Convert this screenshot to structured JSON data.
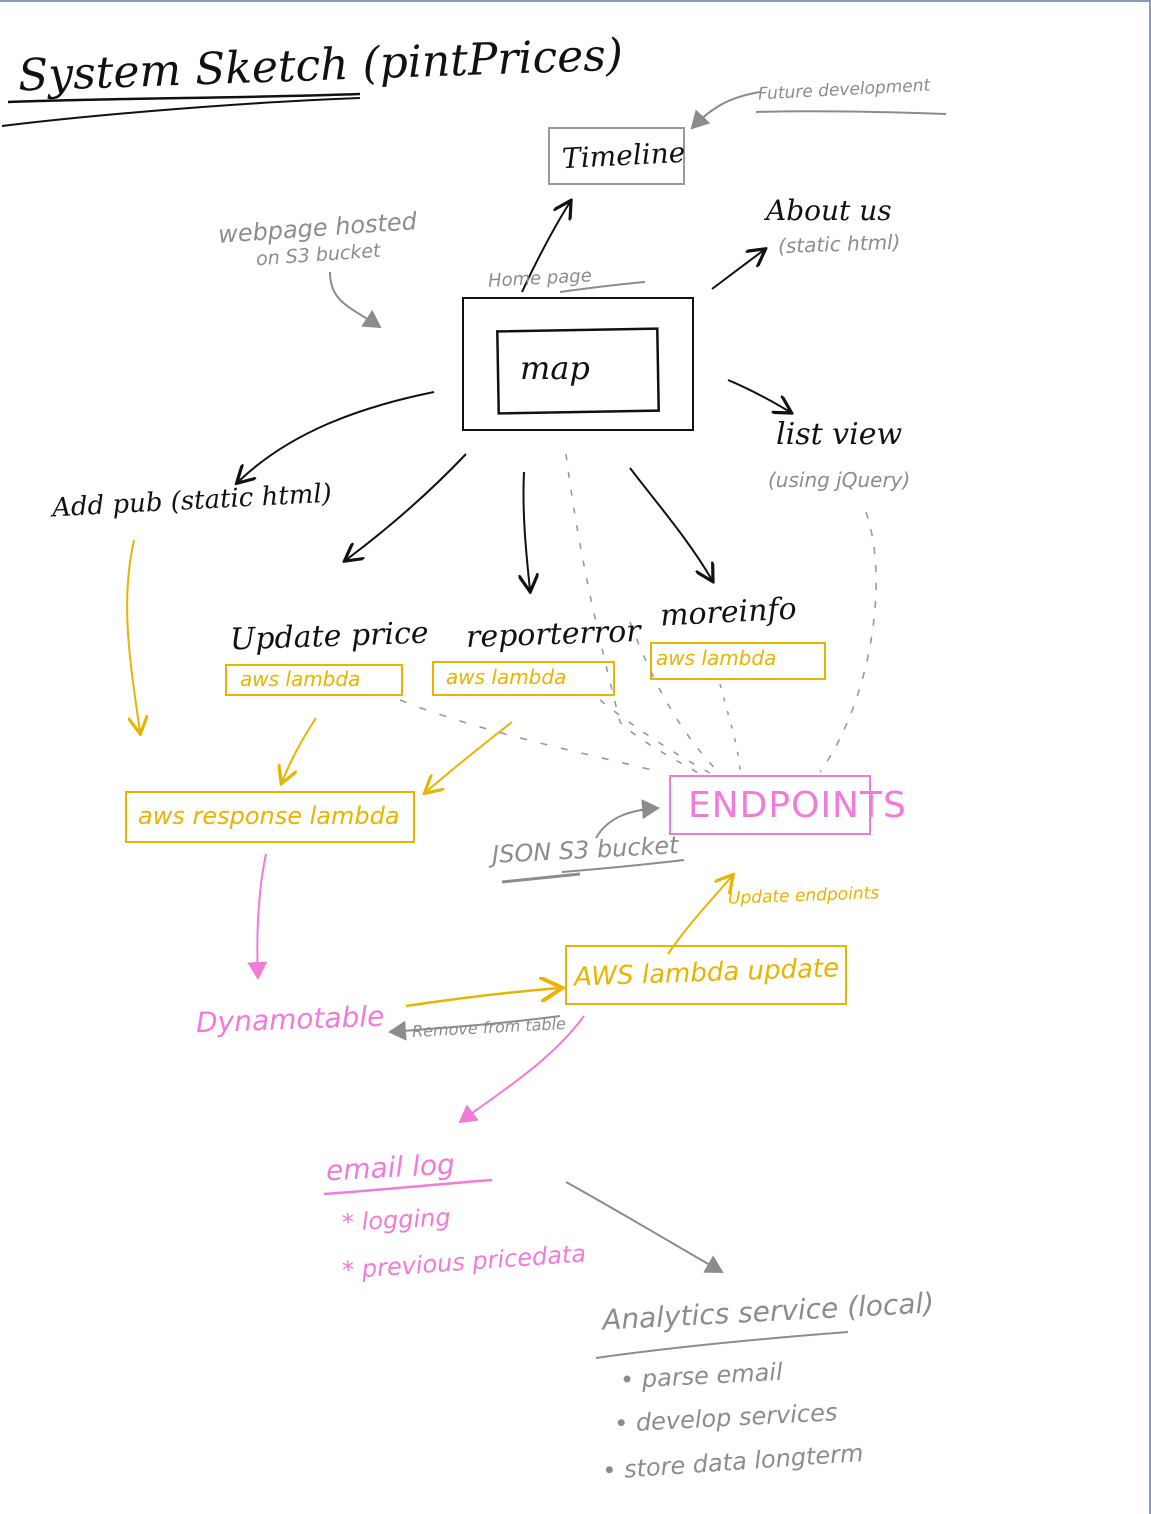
{
  "title": "System Sketch (pintPrices)",
  "notes": {
    "future_development": "Future development",
    "webpage_hosted": "webpage hosted",
    "on_s3_bucket": "on S3 bucket",
    "home_page": "Home page",
    "json_s3_bucket": "JSON S3 bucket",
    "update_endpoints": "Update endpoints",
    "remove_from_table": "Remove from table"
  },
  "nodes": {
    "timeline": "Timeline",
    "about_us": "About us",
    "about_us_sub": "(static html)",
    "map": "map",
    "list_view": "list view",
    "list_view_sub": "(using jQuery)",
    "add_pub": "Add pub (static html)",
    "update_price": "Update price",
    "report_error": "reporterror",
    "more_info": "moreinfo",
    "aws_lambda": "aws lambda",
    "aws_response_lambda": "aws response lambda",
    "endpoints": "ENDPOINTS",
    "dynamo_table": "Dynamotable",
    "aws_lambda_update": "AWS lambda update",
    "email_log": "email log",
    "analytics_service": "Analytics service (local)"
  },
  "email_log_items": [
    "* logging",
    "* previous pricedata"
  ],
  "analytics_items": [
    "parse email",
    "develop services",
    "store data longterm"
  ],
  "colors": {
    "black": "#111111",
    "gray": "#8c8c8c",
    "yellow": "#e8b400",
    "pink": "#f07bd8",
    "frame": "#8a9bb0"
  }
}
